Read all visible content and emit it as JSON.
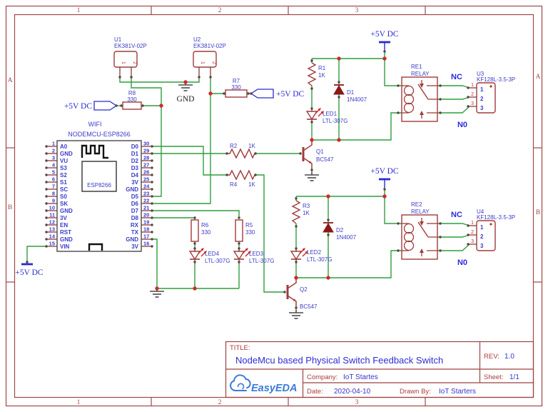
{
  "sheet": {
    "top_ticks": [
      "1",
      "2",
      "3"
    ],
    "bottom_ticks": [
      "1",
      "2",
      "3"
    ],
    "side_ticks_left": [
      "A",
      "B"
    ],
    "side_ticks_right": [
      "A",
      "B"
    ]
  },
  "power": {
    "v5": "+5V DC",
    "gnd": "GND"
  },
  "mcu": {
    "wifi_label": "WIFI",
    "name": "NODEMCU-ESP8266",
    "chip": "ESP8266",
    "left_pins": [
      {
        "num": "1",
        "name": "A0"
      },
      {
        "num": "2",
        "name": "GND"
      },
      {
        "num": "3",
        "name": "VU"
      },
      {
        "num": "4",
        "name": "S3"
      },
      {
        "num": "5",
        "name": "S2"
      },
      {
        "num": "6",
        "name": "S1"
      },
      {
        "num": "7",
        "name": "SC"
      },
      {
        "num": "8",
        "name": "S0"
      },
      {
        "num": "9",
        "name": "SK"
      },
      {
        "num": "10",
        "name": "GND"
      },
      {
        "num": "11",
        "name": "3V"
      },
      {
        "num": "12",
        "name": "EN"
      },
      {
        "num": "13",
        "name": "RST"
      },
      {
        "num": "14",
        "name": "GND"
      },
      {
        "num": "15",
        "name": "VIN"
      }
    ],
    "right_pins": [
      {
        "num": "30",
        "name": "D0"
      },
      {
        "num": "29",
        "name": "D1"
      },
      {
        "num": "28",
        "name": "D2"
      },
      {
        "num": "27",
        "name": "D3"
      },
      {
        "num": "26",
        "name": "D4"
      },
      {
        "num": "25",
        "name": "3V"
      },
      {
        "num": "24",
        "name": "GND"
      },
      {
        "num": "23",
        "name": "D5"
      },
      {
        "num": "22",
        "name": "D6"
      },
      {
        "num": "21",
        "name": "D7"
      },
      {
        "num": "20",
        "name": "D8"
      },
      {
        "num": "19",
        "name": "RX"
      },
      {
        "num": "18",
        "name": "TX"
      },
      {
        "num": "17",
        "name": "GND"
      },
      {
        "num": "16",
        "name": "3V"
      }
    ]
  },
  "components": {
    "u1": {
      "ref": "U1",
      "part": "EK381V-02P",
      "pin1": "1",
      "pin2": "2"
    },
    "u2": {
      "ref": "U2",
      "part": "EK381V-02P",
      "pin1": "1",
      "pin2": "2"
    },
    "u3": {
      "ref": "U3",
      "part": "KF128L-3.5-3P",
      "pins": [
        "1",
        "2",
        "3"
      ]
    },
    "u4": {
      "ref": "U4",
      "part": "KF128L-3.5-3P",
      "pins": [
        "1",
        "2",
        "3"
      ]
    },
    "r1": {
      "ref": "R1",
      "value": "1K"
    },
    "r2": {
      "ref": "R2",
      "value": "1K"
    },
    "r3": {
      "ref": "R3",
      "value": "1K"
    },
    "r4": {
      "ref": "R4",
      "value": "1K"
    },
    "r5": {
      "ref": "R5",
      "value": "330"
    },
    "r6": {
      "ref": "R6",
      "value": "330"
    },
    "r7": {
      "ref": "R7",
      "value": "330"
    },
    "r8": {
      "ref": "R8",
      "value": "330"
    },
    "led1": {
      "ref": "LED1",
      "part": "LTL-307G"
    },
    "led2": {
      "ref": "LED2",
      "part": "LTL-307G"
    },
    "led3": {
      "ref": "LED3",
      "part": "LTL-307G"
    },
    "led4": {
      "ref": "LED4",
      "part": "LTL-307G"
    },
    "d1": {
      "ref": "D1",
      "part": "1N4007"
    },
    "d2": {
      "ref": "D2",
      "part": "1N4007"
    },
    "q1": {
      "ref": "Q1",
      "part": "BC547"
    },
    "q2": {
      "ref": "Q2",
      "part": "BC547"
    },
    "re1": {
      "ref": "RE1",
      "part": "RELAY",
      "nc": "NC",
      "no": "N0"
    },
    "re2": {
      "ref": "RE2",
      "part": "RELAY",
      "nc": "NC",
      "no": "N0"
    }
  },
  "title_block": {
    "title_label": "TITLE:",
    "title": "NodeMcu based Physical Switch Feedback Switch",
    "rev_label": "REV:",
    "rev": "1.0",
    "company_label": "Company:",
    "company": "IoT Startes",
    "sheet_label": "Sheet:",
    "sheet": "1/1",
    "date_label": "Date:",
    "date": "2020-04-10",
    "drawn_by_label": "Drawn By:",
    "drawn_by": "IoT Starters",
    "logo_text": "EasyEDA"
  },
  "colors": {
    "wire": "#2f9e3f",
    "component": "#a03b3b",
    "label": "#3c3cc8",
    "frame": "#a04848",
    "power_blue": "#2a2ad0",
    "junction": "#d02a2a"
  }
}
